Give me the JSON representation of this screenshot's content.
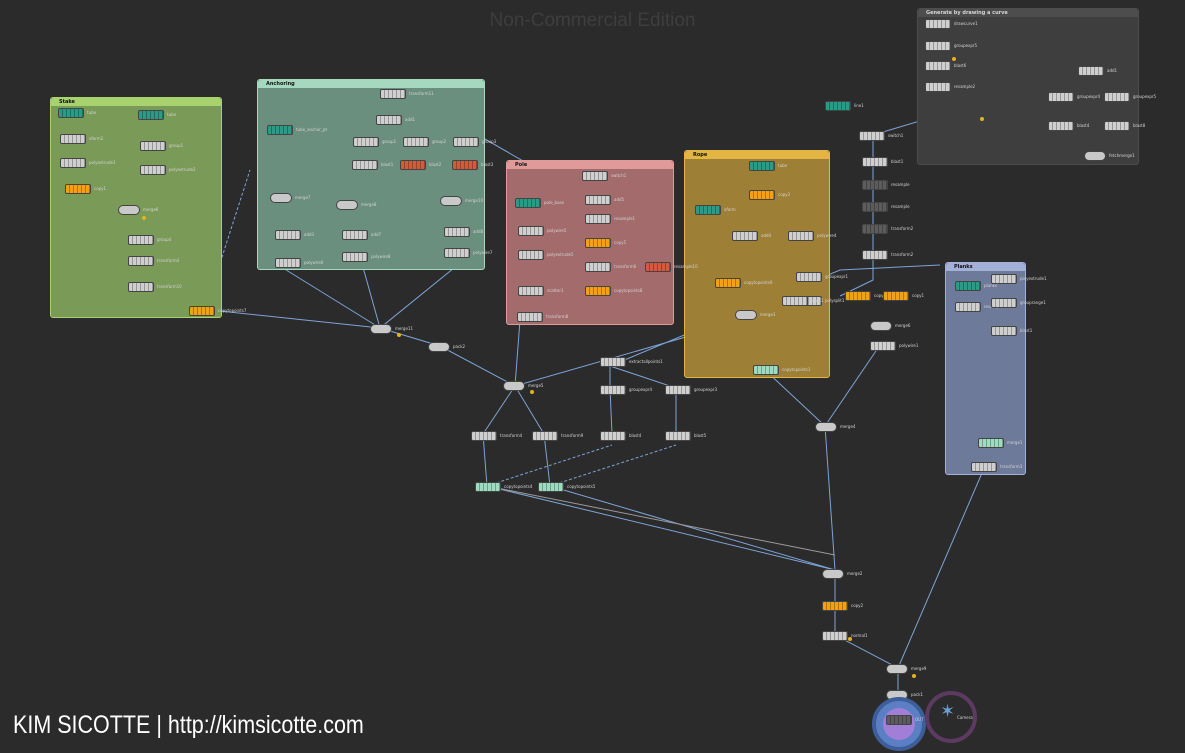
{
  "watermark": "Non-Commercial Edition",
  "footer": "KIM SICOTTE | http://kimsicotte.com",
  "boxes": [
    {
      "id": "stake",
      "title": "Stake",
      "color": "#7a9a58",
      "header": "#a8d26e"
    },
    {
      "id": "anchoring",
      "title": "Anchoring",
      "color": "#6a8f7e",
      "header": "#a6d8bf"
    },
    {
      "id": "pole",
      "title": "Pole",
      "color": "#a36b6b",
      "header": "#e09a9a"
    },
    {
      "id": "rope",
      "title": "Rope",
      "color": "#9e7f36",
      "header": "#e2b544"
    },
    {
      "id": "planks",
      "title": "Planks",
      "color": "#6e7a9a",
      "header": "#a3b0d8"
    },
    {
      "id": "generate",
      "title": "Generate by drawing a curve",
      "color": "#3e3e3e",
      "header": "#4d4d4d"
    }
  ],
  "nodes": [
    {
      "label": "tube",
      "variant": "teal"
    },
    {
      "label": "xform2",
      "variant": "grey"
    },
    {
      "label": "polyextrude1",
      "variant": "grey"
    },
    {
      "label": "copy1",
      "variant": "orange"
    },
    {
      "label": "tube",
      "variant": "teal"
    },
    {
      "label": "group1",
      "variant": "grey"
    },
    {
      "label": "polyextrude2",
      "variant": "grey"
    },
    {
      "label": "merge6",
      "variant": "merge"
    },
    {
      "label": "group4",
      "variant": "grey"
    },
    {
      "label": "transform4",
      "variant": "grey"
    },
    {
      "label": "transform10",
      "variant": "grey"
    },
    {
      "label": "copytopoints7",
      "variant": "orange"
    },
    {
      "label": "transform11",
      "variant": "grey"
    },
    {
      "label": "add1",
      "variant": "grey"
    },
    {
      "label": "group1",
      "variant": "grey"
    },
    {
      "label": "group2",
      "variant": "grey"
    },
    {
      "label": "group3",
      "variant": "grey"
    },
    {
      "label": "tube_anchor_pt",
      "variant": "teal"
    },
    {
      "label": "blast1",
      "variant": "grey"
    },
    {
      "label": "blast2",
      "variant": "red"
    },
    {
      "label": "blast3",
      "variant": "red"
    },
    {
      "label": "merge7",
      "variant": "merge"
    },
    {
      "label": "merge8",
      "variant": "merge"
    },
    {
      "label": "merge10",
      "variant": "merge"
    },
    {
      "label": "add3",
      "variant": "grey"
    },
    {
      "label": "add7",
      "variant": "grey"
    },
    {
      "label": "add8",
      "variant": "grey"
    },
    {
      "label": "polywire6",
      "variant": "grey"
    },
    {
      "label": "polywire8",
      "variant": "grey"
    },
    {
      "label": "polywire7",
      "variant": "grey"
    },
    {
      "label": "switch1",
      "variant": "grey"
    },
    {
      "label": "pole_base",
      "variant": "teal"
    },
    {
      "label": "add5",
      "variant": "grey"
    },
    {
      "label": "resample1",
      "variant": "grey"
    },
    {
      "label": "polywire5",
      "variant": "grey"
    },
    {
      "label": "polyextrude5",
      "variant": "grey"
    },
    {
      "label": "copy5",
      "variant": "orange"
    },
    {
      "label": "transform6",
      "variant": "grey"
    },
    {
      "label": "copytopoints8",
      "variant": "orange"
    },
    {
      "label": "scatter1",
      "variant": "grey"
    },
    {
      "label": "transform8",
      "variant": "grey"
    },
    {
      "label": "resample10",
      "variant": "red"
    },
    {
      "label": "tube",
      "variant": "teal"
    },
    {
      "label": "copy3",
      "variant": "orange"
    },
    {
      "label": "xform",
      "variant": "teal"
    },
    {
      "label": "add4",
      "variant": "grey"
    },
    {
      "label": "polywire4",
      "variant": "grey"
    },
    {
      "label": "copytopoints6",
      "variant": "orange"
    },
    {
      "label": "merge3",
      "variant": "merge"
    },
    {
      "label": "copytopoints1",
      "variant": "mint"
    },
    {
      "label": "merge11",
      "variant": "merge"
    },
    {
      "label": "pack2",
      "variant": "merge"
    },
    {
      "label": "extractallpoints1",
      "variant": "grey"
    },
    {
      "label": "groupexpr4",
      "variant": "grey"
    },
    {
      "label": "groupexpr3",
      "variant": "grey"
    },
    {
      "label": "merge5",
      "variant": "merge"
    },
    {
      "label": "transform4",
      "variant": "grey"
    },
    {
      "label": "transform9",
      "variant": "grey"
    },
    {
      "label": "blast4",
      "variant": "grey"
    },
    {
      "label": "blast5",
      "variant": "grey"
    },
    {
      "label": "copytopoints4",
      "variant": "mint"
    },
    {
      "label": "copytopoints5",
      "variant": "mint"
    },
    {
      "label": "line1",
      "variant": "teal"
    },
    {
      "label": "switch1",
      "variant": "grey"
    },
    {
      "label": "blast1",
      "variant": "grey"
    },
    {
      "label": "resample",
      "variant": "dark"
    },
    {
      "label": "resample",
      "variant": "dark"
    },
    {
      "label": "transform2",
      "variant": "dark"
    },
    {
      "label": "transform2",
      "variant": "grey"
    },
    {
      "label": "groupexpr1",
      "variant": "grey"
    },
    {
      "label": "polysplit1",
      "variant": "grey"
    },
    {
      "label": "copy1",
      "variant": "orange"
    },
    {
      "label": "copy1",
      "variant": "orange"
    },
    {
      "label": "blast1",
      "variant": "grey"
    },
    {
      "label": "merge6",
      "variant": "merge"
    },
    {
      "label": "polywire1",
      "variant": "grey"
    },
    {
      "label": "merge4",
      "variant": "merge"
    },
    {
      "label": "planks",
      "variant": "teal"
    },
    {
      "label": "resample1",
      "variant": "grey"
    },
    {
      "label": "polyextrude1",
      "variant": "grey"
    },
    {
      "label": "grouprange1",
      "variant": "grey"
    },
    {
      "label": "blast1",
      "variant": "grey"
    },
    {
      "label": "merge1",
      "variant": "mint"
    },
    {
      "label": "transform3",
      "variant": "grey"
    },
    {
      "label": "drawcurve1",
      "variant": "grey"
    },
    {
      "label": "groupexpr5",
      "variant": "grey"
    },
    {
      "label": "blast6",
      "variant": "grey"
    },
    {
      "label": "resample2",
      "variant": "grey"
    },
    {
      "label": "add1",
      "variant": "grey"
    },
    {
      "label": "groupexpr4",
      "variant": "grey"
    },
    {
      "label": "groupexpr5",
      "variant": "grey"
    },
    {
      "label": "blast4",
      "variant": "grey"
    },
    {
      "label": "blast8",
      "variant": "grey"
    },
    {
      "label": "fetchmerge1",
      "variant": "merge"
    },
    {
      "label": "merge2",
      "variant": "merge"
    },
    {
      "label": "copy2",
      "variant": "orange"
    },
    {
      "label": "normal1",
      "variant": "grey"
    },
    {
      "label": "merge9",
      "variant": "merge"
    },
    {
      "label": "pack1",
      "variant": "merge"
    },
    {
      "label": "OUT",
      "variant": "dark"
    },
    {
      "label": "Camera",
      "variant": "camera"
    }
  ]
}
